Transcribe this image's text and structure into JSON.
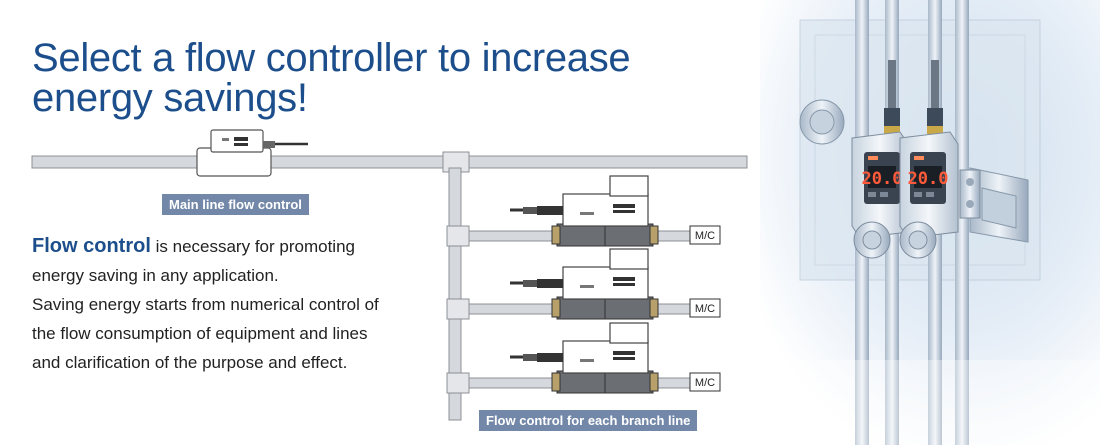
{
  "headline": {
    "line1": "Select a flow controller to increase",
    "line2": "energy savings!"
  },
  "labels": {
    "main_line": "Main line flow control",
    "branch_line": "Flow control for each branch line",
    "machine": "M/C"
  },
  "description": {
    "highlight": "Flow control",
    "line1_rest": " is necessary for promoting",
    "line2": "energy saving in any application.",
    "line3": "Saving energy starts from numerical control of",
    "line4": "the flow consumption of equipment and lines",
    "line5": "and clarification of the purpose and effect."
  },
  "photo": {
    "display_left": "20.0",
    "display_right": "20.0"
  },
  "colors": {
    "title": "#1d4e8c",
    "tag_background": "#7388a8",
    "pipe": "#d5d8dc",
    "display_segment": "#ff5a3a"
  }
}
